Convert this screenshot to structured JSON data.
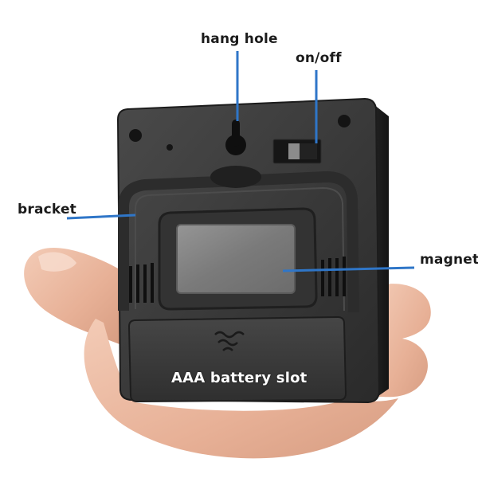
{
  "labels": {
    "hang_hole": "hang hole",
    "on_off": "on/off",
    "bracket": "bracket",
    "magnet": "magnet",
    "battery_slot": "AAA battery slot"
  },
  "colors": {
    "device_body": "#3b3b3b",
    "device_edge": "#202020",
    "magnet_pad": "#7d7d7d",
    "skin": "#e8b89e",
    "leader_line": "#2f76c8",
    "battery_text": "#ffffff"
  },
  "icons": {
    "battery_cover_grip": "wave-grip-icon"
  }
}
